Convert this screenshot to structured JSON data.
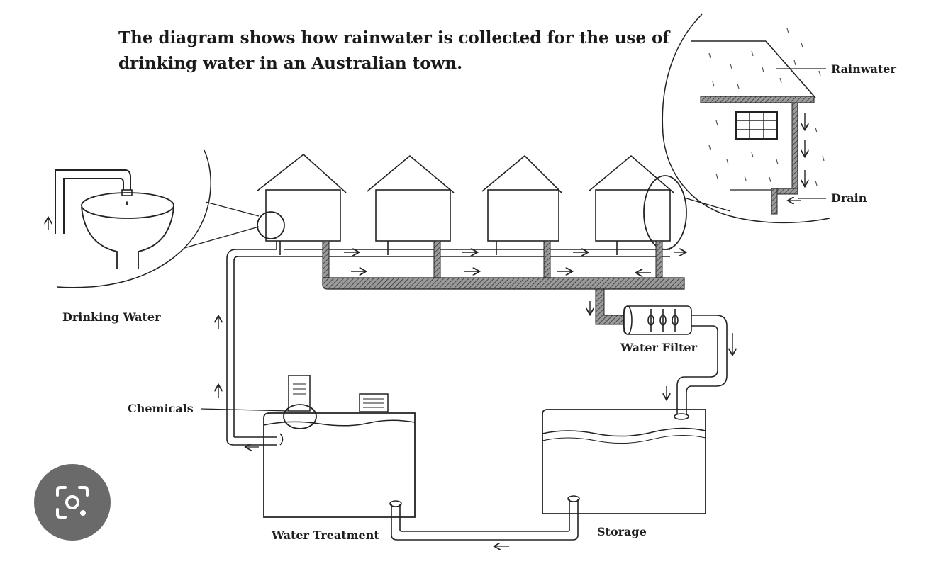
{
  "diagram": {
    "title": "The diagram shows how rainwater is collected for the use of drinking water in an Australian town.",
    "labels": {
      "rainwater": "Rainwater",
      "drain": "Drain",
      "drinking_water": "Drinking Water",
      "water_filter": "Water Filter",
      "chemicals": "Chemicals",
      "water_treatment": "Water Treatment",
      "storage": "Storage"
    }
  },
  "overlay": {
    "lens_icon": "camera-search-icon",
    "icon_color": "#ffffff",
    "button_color": "#6a6a6a"
  }
}
